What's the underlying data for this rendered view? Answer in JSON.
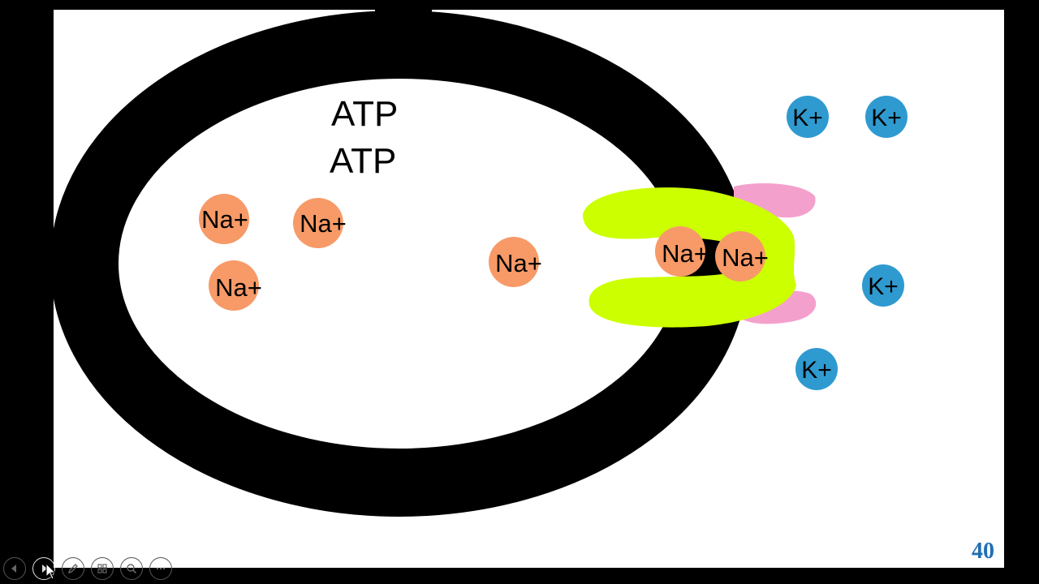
{
  "slide": {
    "number": "40",
    "atp_labels": [
      "ATP",
      "ATP"
    ],
    "sodium_ions": [
      "Na+",
      "Na+",
      "Na+",
      "Na+",
      "Na+",
      "Na+"
    ],
    "potassium_ions": [
      "K+",
      "K+",
      "K+",
      "K+"
    ]
  },
  "colors": {
    "background": "#000000",
    "slide": "#ffffff",
    "membrane": "#000000",
    "pump": "#ccff00",
    "pump_pad": "#f4a0cc",
    "sodium": "#f79a67",
    "potassium": "#2f9ad0",
    "slide_number": "#1f6fb2"
  },
  "toolbar": {
    "buttons": [
      {
        "icon": "arrow-left-icon"
      },
      {
        "icon": "arrow-right-icon"
      },
      {
        "icon": "pen-icon"
      },
      {
        "icon": "slides-grid-icon"
      },
      {
        "icon": "zoom-icon"
      },
      {
        "icon": "more-icon"
      }
    ]
  }
}
